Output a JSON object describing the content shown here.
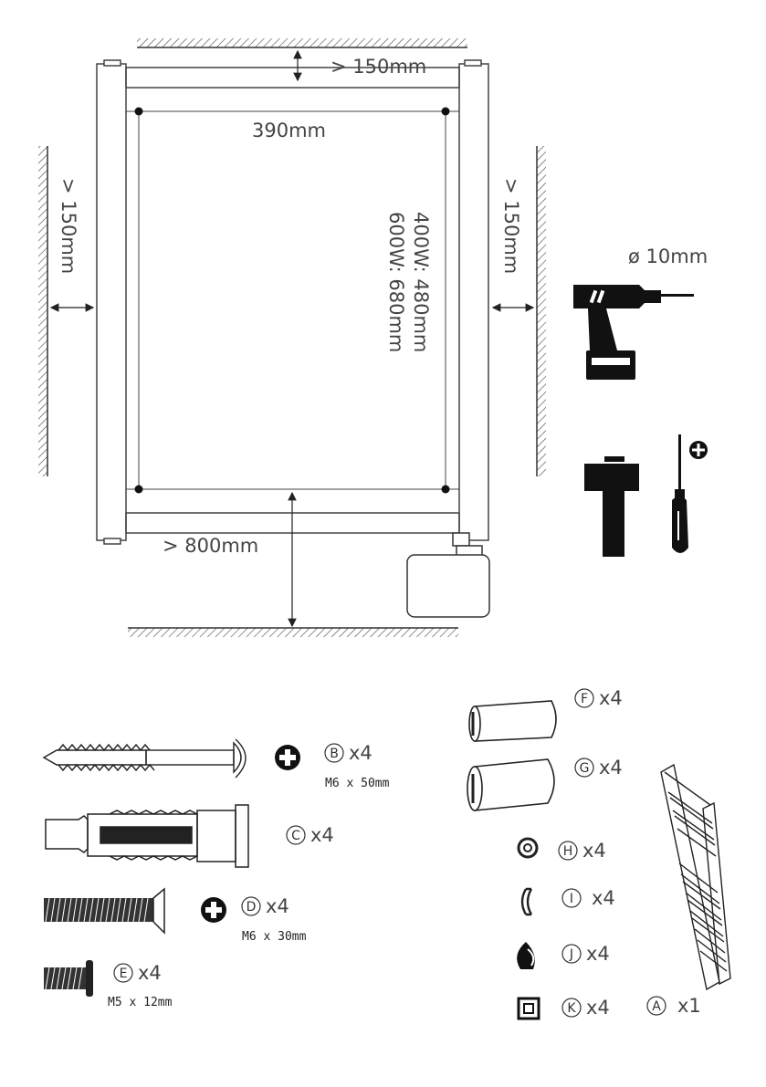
{
  "installation": {
    "top_clearance": "> 150mm",
    "left_clearance": "> 150mm",
    "right_clearance": "> 150mm",
    "floor_clearance": "> 800mm",
    "horizontal_spacing": "390mm",
    "vertical_spacing_400w": "400W: 480mm",
    "vertical_spacing_600w": "600W: 680mm"
  },
  "tools": {
    "drill_bit": "ø 10mm",
    "drill_icon": "power-drill-icon",
    "hammer_icon": "hammer-icon",
    "screwdriver_icon": "phillips-screwdriver-icon"
  },
  "parts": {
    "B": {
      "letter": "B",
      "qty": "x4",
      "spec": "M6 x 50mm"
    },
    "C": {
      "letter": "C",
      "qty": "x4"
    },
    "D": {
      "letter": "D",
      "qty": "x4",
      "spec": "M6 x 30mm"
    },
    "E": {
      "letter": "E",
      "qty": "x4",
      "spec": "M5 x 12mm"
    },
    "F": {
      "letter": "F",
      "qty": "x4"
    },
    "G": {
      "letter": "G",
      "qty": "x4"
    },
    "H": {
      "letter": "H",
      "qty": "x4"
    },
    "I": {
      "letter": "I",
      "qty": "x4"
    },
    "J": {
      "letter": "J",
      "qty": "x4"
    },
    "K": {
      "letter": "K",
      "qty": "x4"
    },
    "A": {
      "letter": "A",
      "qty": "x1"
    }
  }
}
